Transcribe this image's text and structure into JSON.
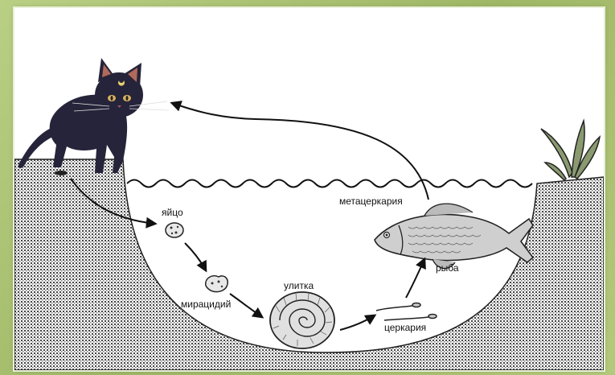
{
  "labels": {
    "egg": "яйцо",
    "miracidium": "мирацидий",
    "snail": "улитка",
    "cercaria": "церкария",
    "fish": "рыба",
    "metacercaria": "метацеркария"
  },
  "colors": {
    "background": "#a8c070",
    "panel": "#ffffff",
    "ink": "#111111",
    "cat_body": "#26243a",
    "cat_ear_inner": "#b06a5a",
    "cat_eye": "#d8b060"
  },
  "icons": [
    "cat-icon",
    "fish-icon",
    "snail-shell-icon",
    "egg-icon",
    "miracidium-icon",
    "cercaria-icon",
    "plant-icon",
    "water-wave-icon"
  ]
}
